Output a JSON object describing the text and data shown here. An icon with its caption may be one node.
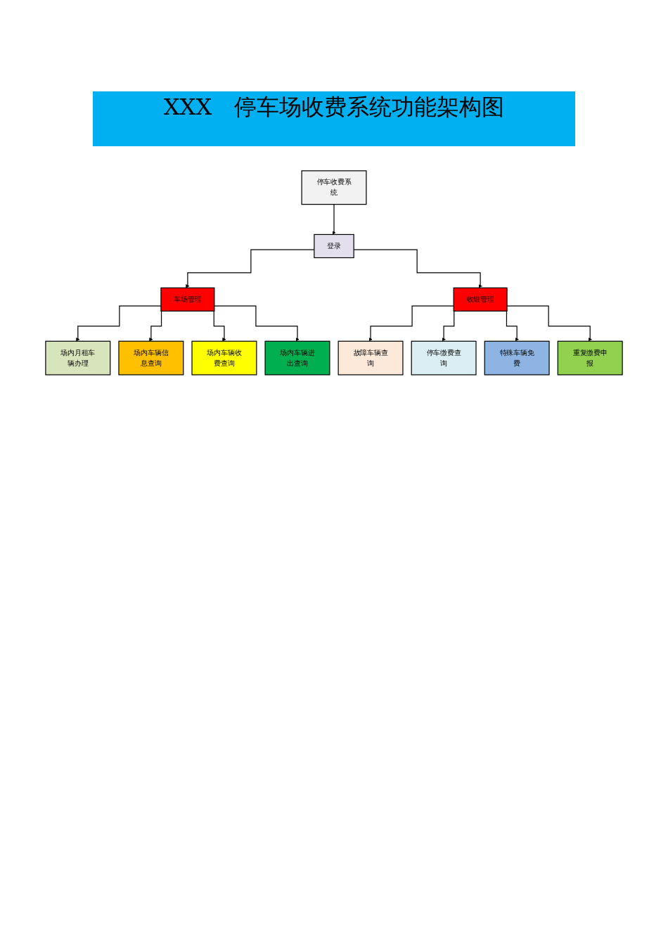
{
  "diagram": {
    "title": "XXX　停车场收费系统功能架构图",
    "nodes": [
      {
        "text": [
          "停车收费系统"
        ]
      },
      {
        "text": [
          "登录"
        ]
      },
      {
        "text": [
          "车场管理"
        ]
      },
      {
        "text": [
          "收银管理"
        ]
      },
      {
        "text": [
          "场内月租车辆办理"
        ]
      },
      {
        "text": [
          "场内车辆信息查询"
        ]
      },
      {
        "text": [
          "场内车辆收费查询"
        ]
      },
      {
        "text": [
          "场内车辆进出查询"
        ]
      },
      {
        "text": [
          "故障车辆查询"
        ]
      },
      {
        "text": [
          "停车缴费查询"
        ]
      },
      {
        "text": [
          "特殊车辆免费"
        ]
      },
      {
        "text": [
          "重复缴费申报"
        ]
      }
    ],
    "edges": [
      {
        "from": 0,
        "to": 1,
        "arrow": "to"
      },
      {
        "from": 1,
        "to": 2,
        "arrow": "to"
      },
      {
        "from": 1,
        "to": 3,
        "arrow": "to"
      },
      {
        "from": 2,
        "to": 4,
        "arrow": "to"
      },
      {
        "from": 2,
        "to": 5,
        "arrow": "to"
      },
      {
        "from": 2,
        "to": 6,
        "arrow": "to"
      },
      {
        "from": 2,
        "to": 7,
        "arrow": "to"
      },
      {
        "from": 3,
        "to": 8,
        "arrow": "to"
      },
      {
        "from": 3,
        "to": 9,
        "arrow": "to"
      },
      {
        "from": 3,
        "to": 10,
        "arrow": "to"
      },
      {
        "from": 3,
        "to": 11,
        "arrow": "to"
      }
    ]
  }
}
